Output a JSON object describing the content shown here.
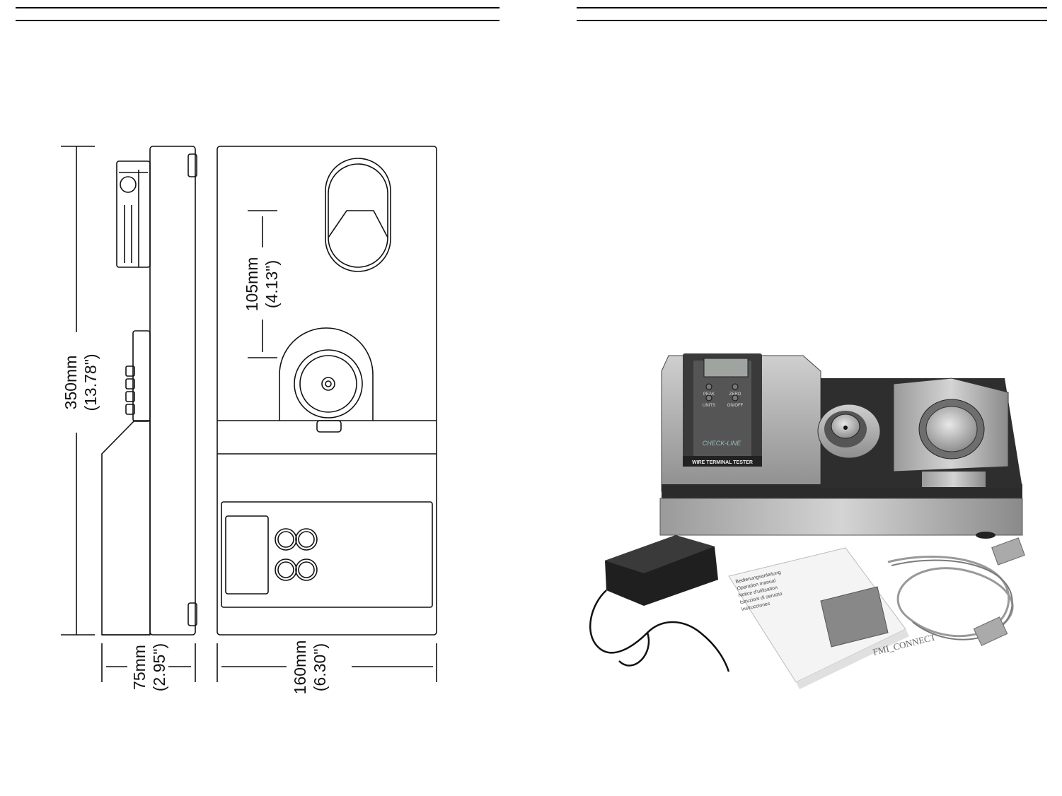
{
  "left_page": {
    "drawing": {
      "height_label": "350mm",
      "height_label_in": "(13.78\")",
      "spacing_label": "105mm",
      "spacing_label_in": "(4.13\")",
      "depth_label": "75mm",
      "depth_label_in": "(2.95\")",
      "width_label": "160mm",
      "width_label_in": "(6.30\")"
    }
  },
  "right_page": {
    "photo": {
      "front_panel_title": "WIRE TERMINAL TESTER",
      "brand_logo": "CHECK-LINE",
      "button_labels": [
        "PEAK",
        "ZERO",
        "UNITS",
        "ON/OFF"
      ],
      "manual_title": "Bedienungsanleitung",
      "manual_lines": [
        "Operation manual",
        "Notice d'utilisation",
        "Istruzioni di servizio",
        "Instrucciones"
      ],
      "cd_label": "FMI_CONNECT"
    }
  },
  "colors": {
    "ink": "#111111",
    "device_steel": "#a9a9a9",
    "device_dark": "#2a2a2a"
  }
}
